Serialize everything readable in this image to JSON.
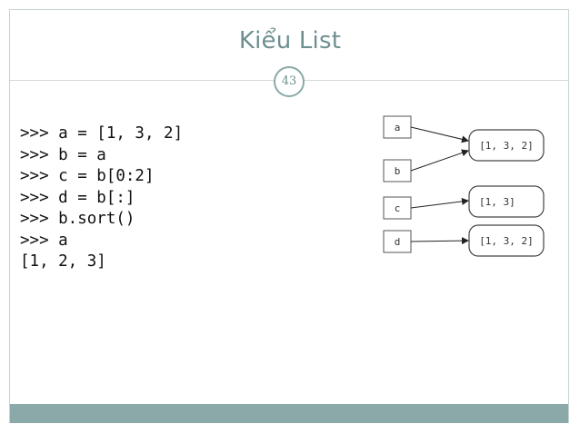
{
  "slide": {
    "title": "Kiểu List",
    "page_number": "43"
  },
  "code_lines": [
    ">>> a = [1, 3, 2]",
    ">>> b = a",
    ">>> c = b[0:2]",
    ">>> d = b[:]",
    ">>> b.sort()",
    ">>> a",
    "[1, 2, 3]"
  ],
  "diagram": {
    "variables": [
      "a",
      "b",
      "c",
      "d"
    ],
    "lists": [
      "[1, 3, 2]",
      "[1, 3]",
      "[1, 3, 2]"
    ]
  },
  "colors": {
    "accent": "#6e8f90",
    "footer": "#8ba9a9"
  }
}
